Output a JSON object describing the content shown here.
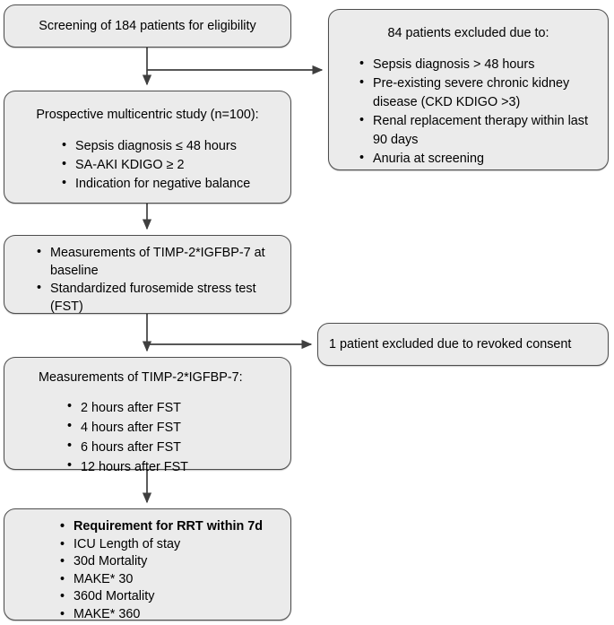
{
  "figure": {
    "type": "flowchart",
    "orientation": "top-to-bottom",
    "background_color": "#ffffff",
    "node_fill": "#ebebeb",
    "node_border": "#4d4d4d",
    "connector_color": "#3f3f3f"
  },
  "nodes": {
    "screening": {
      "title": "Screening of 184 patients for eligibility"
    },
    "excluded84": {
      "title": "84 patients excluded due to:",
      "items": [
        "Sepsis diagnosis > 48 hours",
        "Pre-existing severe chronic kidney disease (CKD KDIGO >3)",
        "Renal replacement therapy within last 90 days",
        "Anuria at screening"
      ]
    },
    "study": {
      "title": "Prospective multicentric study (n=100):",
      "items": [
        "Sepsis diagnosis  ≤ 48 hours",
        "SA-AKI KDIGO ≥ 2",
        "Indication for negative balance"
      ]
    },
    "baseline": {
      "items": [
        "Measurements of TIMP-2*IGFBP-7 at baseline",
        "Standardized furosemide stress test (FST)"
      ]
    },
    "revoked": {
      "title": "1 patient excluded due to revoked consent"
    },
    "measurements": {
      "title": "Measurements of TIMP-2*IGFBP-7:",
      "items": [
        "2 hours after FST",
        "4 hours after FST",
        "6 hours after FST",
        "12 hours after FST"
      ]
    },
    "outcomes": {
      "items": [
        "Requirement for RRT within 7d",
        "ICU Length of stay",
        "30d Mortality",
        "MAKE* 30",
        "360d Mortality",
        "MAKE* 360"
      ],
      "bold_items": [
        0
      ]
    }
  }
}
